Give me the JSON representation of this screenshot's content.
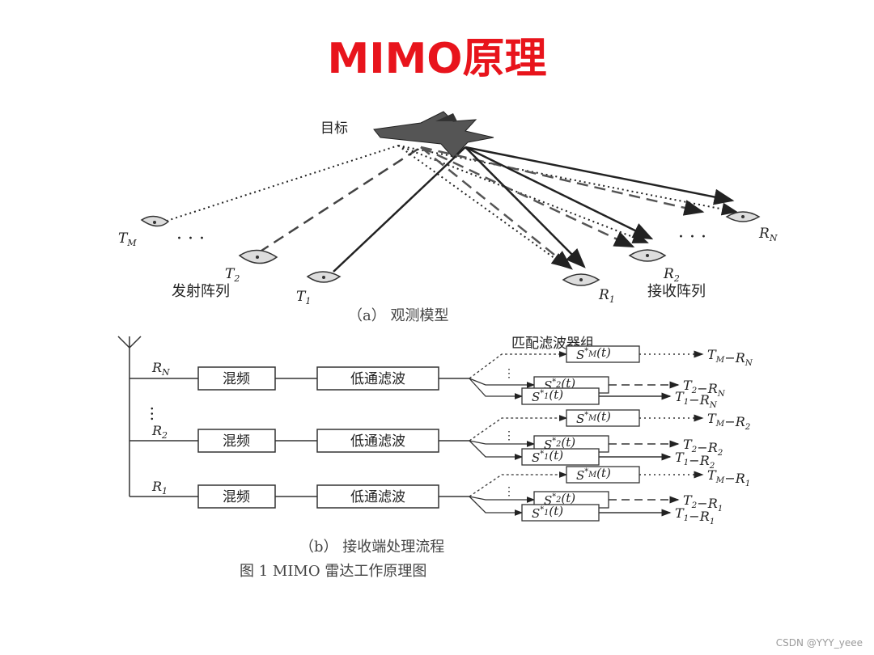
{
  "slide_title": "MIMO原理",
  "part_a": {
    "target_label": "目标",
    "transmitters": [
      "T_M",
      "T_2",
      "T_1"
    ],
    "receivers": [
      "R_N",
      "R_2",
      "R_1"
    ],
    "tx_array_label": "发射阵列",
    "rx_array_label": "接收阵列",
    "caption": "（a）  观测模型"
  },
  "part_b": {
    "filter_bank_label": "匹配滤波器组",
    "mixer_label": "混频",
    "lowpass_label": "低通滤波",
    "channels": [
      {
        "rx": "R_N",
        "outputs": [
          "T_M−R_N",
          "T_2−R_N",
          "T_1−R_N"
        ]
      },
      {
        "rx": "R_2",
        "outputs": [
          "T_M−R_2",
          "T_2−R_2",
          "T_1−R_2"
        ]
      },
      {
        "rx": "R_1",
        "outputs": [
          "T_M−R_1",
          "T_2−R_1",
          "T_1−R_1"
        ]
      }
    ],
    "filters": [
      "S*_M(t)",
      "S*_2(t)",
      "S*_1(t)"
    ],
    "caption": "（b）  接收端处理流程"
  },
  "figure_caption": "图 1   MIMO 雷达工作原理图",
  "watermark": "CSDN @YYY_yeee"
}
